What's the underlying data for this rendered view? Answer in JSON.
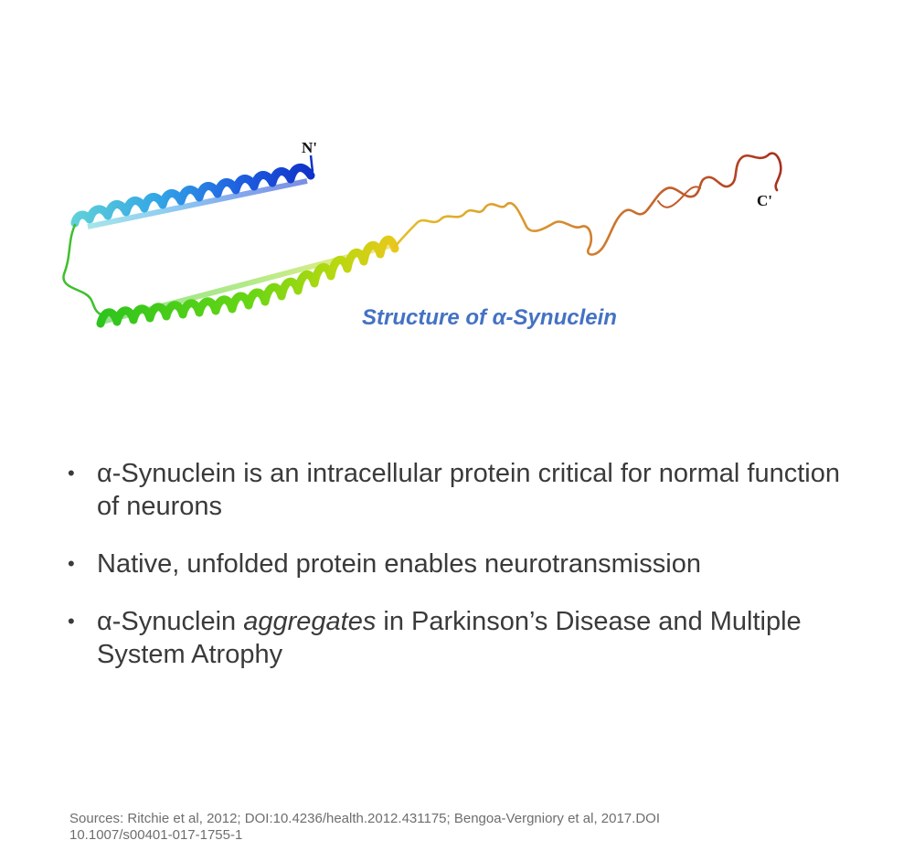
{
  "figure": {
    "n_terminus_label": "N'",
    "c_terminus_label": "C'",
    "caption": "Structure of α-Synuclein"
  },
  "bullets": [
    {
      "text_before": "α-Synuclein is an intracellular protein critical for normal function of neurons",
      "emphasis": "",
      "text_after": ""
    },
    {
      "text_before": "Native, unfolded protein enables neurotransmission",
      "emphasis": "",
      "text_after": ""
    },
    {
      "text_before": "α-Synuclein ",
      "emphasis": "aggregates",
      "text_after": " in Parkinson’s Disease and Multiple System Atrophy"
    }
  ],
  "bullet_glyph": "•",
  "sources": "Sources: Ritchie et al, 2012; DOI:10.4236/health.2012.431175; Bengoa-Vergniory et al, 2017.DOI 10.1007/s00401-017-1755-1",
  "colors": {
    "caption": "#4472c4",
    "body_text": "#3a3a3a",
    "sources_text": "#6e6e6e"
  }
}
